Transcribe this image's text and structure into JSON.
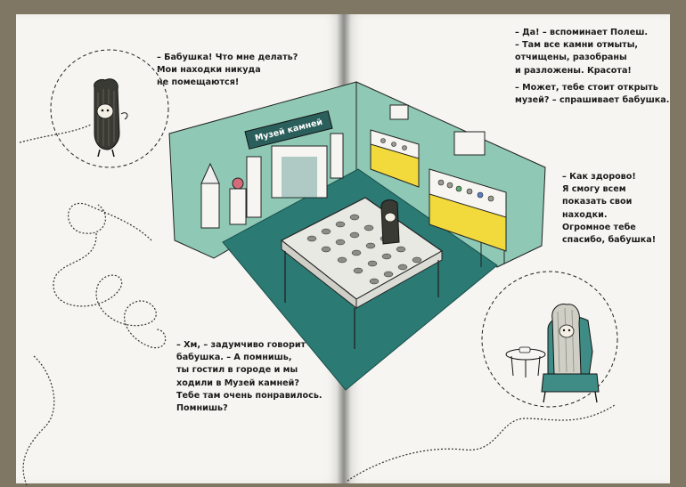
{
  "book": {
    "left_page": {
      "text_top": "– Бабушка! Что мне делать?\nМои находки никуда\nне помещаются!",
      "text_bottom": "– Хм, – задумчиво говорит\nбабушка. – А помнишь,\nты гостил в городе и мы\nходили в Музей камней?\nТебе там очень понравилось.\nПомнишь?"
    },
    "right_page": {
      "text_top": "– Да! – вспоминает Полеш.\n– Там все камни отмыты,\nотчищены, разобраны\nи разложены. Красота!",
      "text_middle": "– Может, тебе стоит открыть\nмузей? – спрашивает бабушка.",
      "text_right": "– Как здорово!\nЯ смогу всем\nпоказать свои\nнаходки.\nОгромное тебе\nспасибо, бабушка!"
    },
    "illustration": {
      "museum_sign": "Музей камней"
    },
    "colors": {
      "wall": "#8fc9b5",
      "carpet": "#2b7a74",
      "showcase_yellow": "#f2da3c",
      "armchair": "#3f8c86",
      "page": "#f6f5f1"
    }
  }
}
